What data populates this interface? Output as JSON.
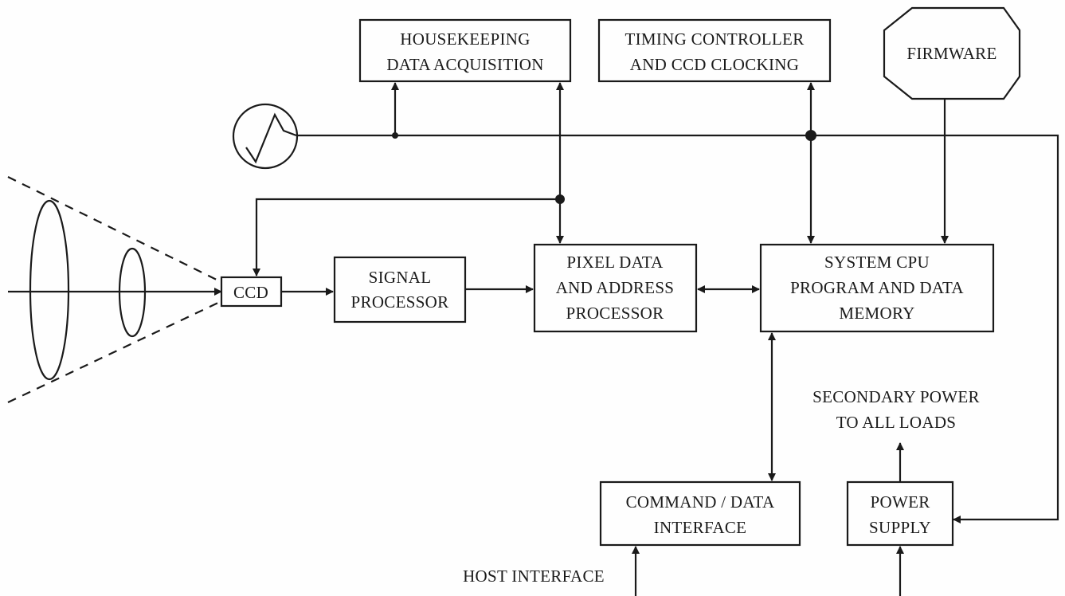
{
  "blocks": {
    "housekeeping": [
      "HOUSEKEEPING",
      "DATA ACQUISITION"
    ],
    "timing": [
      "TIMING CONTROLLER",
      "AND CCD CLOCKING"
    ],
    "firmware": [
      "FIRMWARE"
    ],
    "ccd": [
      "CCD"
    ],
    "signal_processor": [
      "SIGNAL",
      "PROCESSOR"
    ],
    "pixel_processor": [
      "PIXEL DATA",
      "AND ADDRESS",
      "PROCESSOR"
    ],
    "system_cpu": [
      "SYSTEM CPU",
      "PROGRAM AND DATA",
      "MEMORY"
    ],
    "command_interface": [
      "COMMAND / DATA",
      "INTERFACE"
    ],
    "power_supply": [
      "POWER",
      "SUPPLY"
    ]
  },
  "labels": {
    "secondary_power": [
      "SECONDARY POWER",
      "TO ALL LOADS"
    ],
    "host_interface": "HOST INTERFACE"
  }
}
